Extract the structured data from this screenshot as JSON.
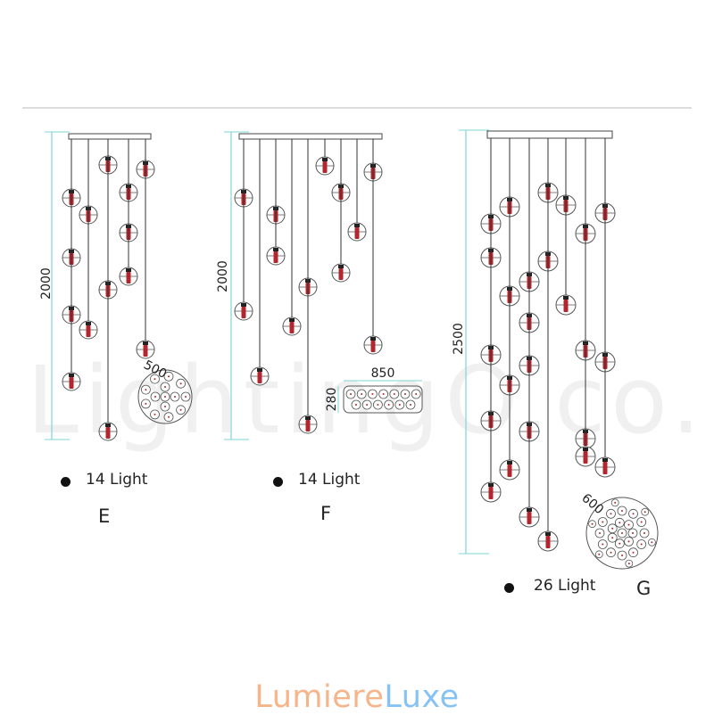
{
  "watermark": "LightingO.co.uk",
  "brand": {
    "part1": "Lumiere",
    "part2": "Luxe"
  },
  "colors": {
    "dimension": "#7fd6d4",
    "cord": "#333333",
    "bulb": "#b3262d",
    "outline": "#555555"
  },
  "variants": [
    {
      "letter": "E",
      "count_label": "14 Light",
      "height_label": "2000",
      "canopy_label": "500"
    },
    {
      "letter": "F",
      "count_label": "14 Light",
      "height_label": "2000",
      "canopy_width_label": "850",
      "canopy_depth_label": "280"
    },
    {
      "letter": "G",
      "count_label": "26 Light",
      "height_label": "2500",
      "canopy_label": "600"
    }
  ]
}
